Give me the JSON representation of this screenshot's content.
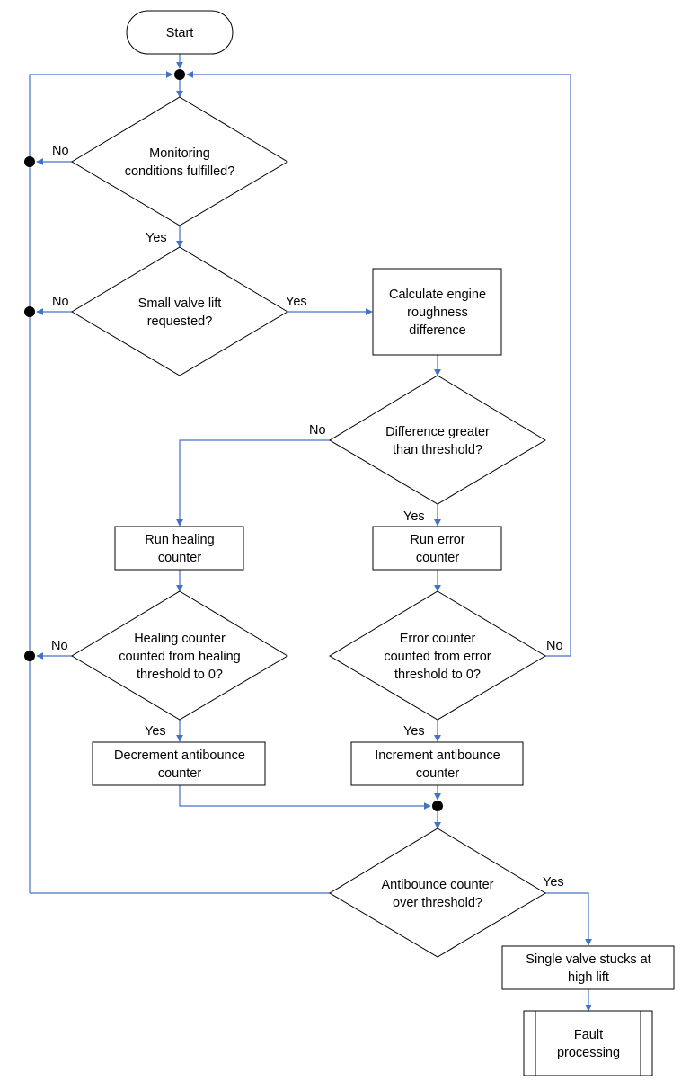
{
  "nodes": {
    "start": {
      "lines": [
        "Start"
      ]
    },
    "monitoring": {
      "lines": [
        "Monitoring",
        "conditions fulfilled?"
      ]
    },
    "small_lift": {
      "lines": [
        "Small valve lift",
        "requested?"
      ]
    },
    "calc_roughness": {
      "lines": [
        "Calculate engine",
        "roughness",
        "difference"
      ]
    },
    "difference": {
      "lines": [
        "Difference greater",
        "than threshold?"
      ]
    },
    "run_healing": {
      "lines": [
        "Run healing",
        "counter"
      ]
    },
    "run_error": {
      "lines": [
        "Run error",
        "counter"
      ]
    },
    "healing_check": {
      "lines": [
        "Healing counter",
        "counted from healing",
        "threshold to 0?"
      ]
    },
    "error_check": {
      "lines": [
        "Error counter",
        "counted from error",
        "threshold to 0?"
      ]
    },
    "decrement": {
      "lines": [
        "Decrement antibounce",
        "counter"
      ]
    },
    "increment": {
      "lines": [
        "Increment antibounce",
        "counter"
      ]
    },
    "antibounce_check": {
      "lines": [
        "Antibounce counter",
        "over threshold?"
      ]
    },
    "single_valve": {
      "lines": [
        "Single valve stucks at",
        "high lift"
      ]
    },
    "fault": {
      "lines": [
        "Fault",
        "processing"
      ]
    }
  },
  "edge_labels": {
    "monitoring_no": "No",
    "monitoring_yes": "Yes",
    "small_lift_no": "No",
    "small_lift_yes": "Yes",
    "difference_no": "No",
    "difference_yes": "Yes",
    "healing_no": "No",
    "healing_yes": "Yes",
    "error_no": "No",
    "error_yes": "Yes",
    "antibounce_yes": "Yes"
  },
  "colors": {
    "connector": "#4472c4",
    "shape_border": "#000000",
    "junction": "#000000"
  }
}
